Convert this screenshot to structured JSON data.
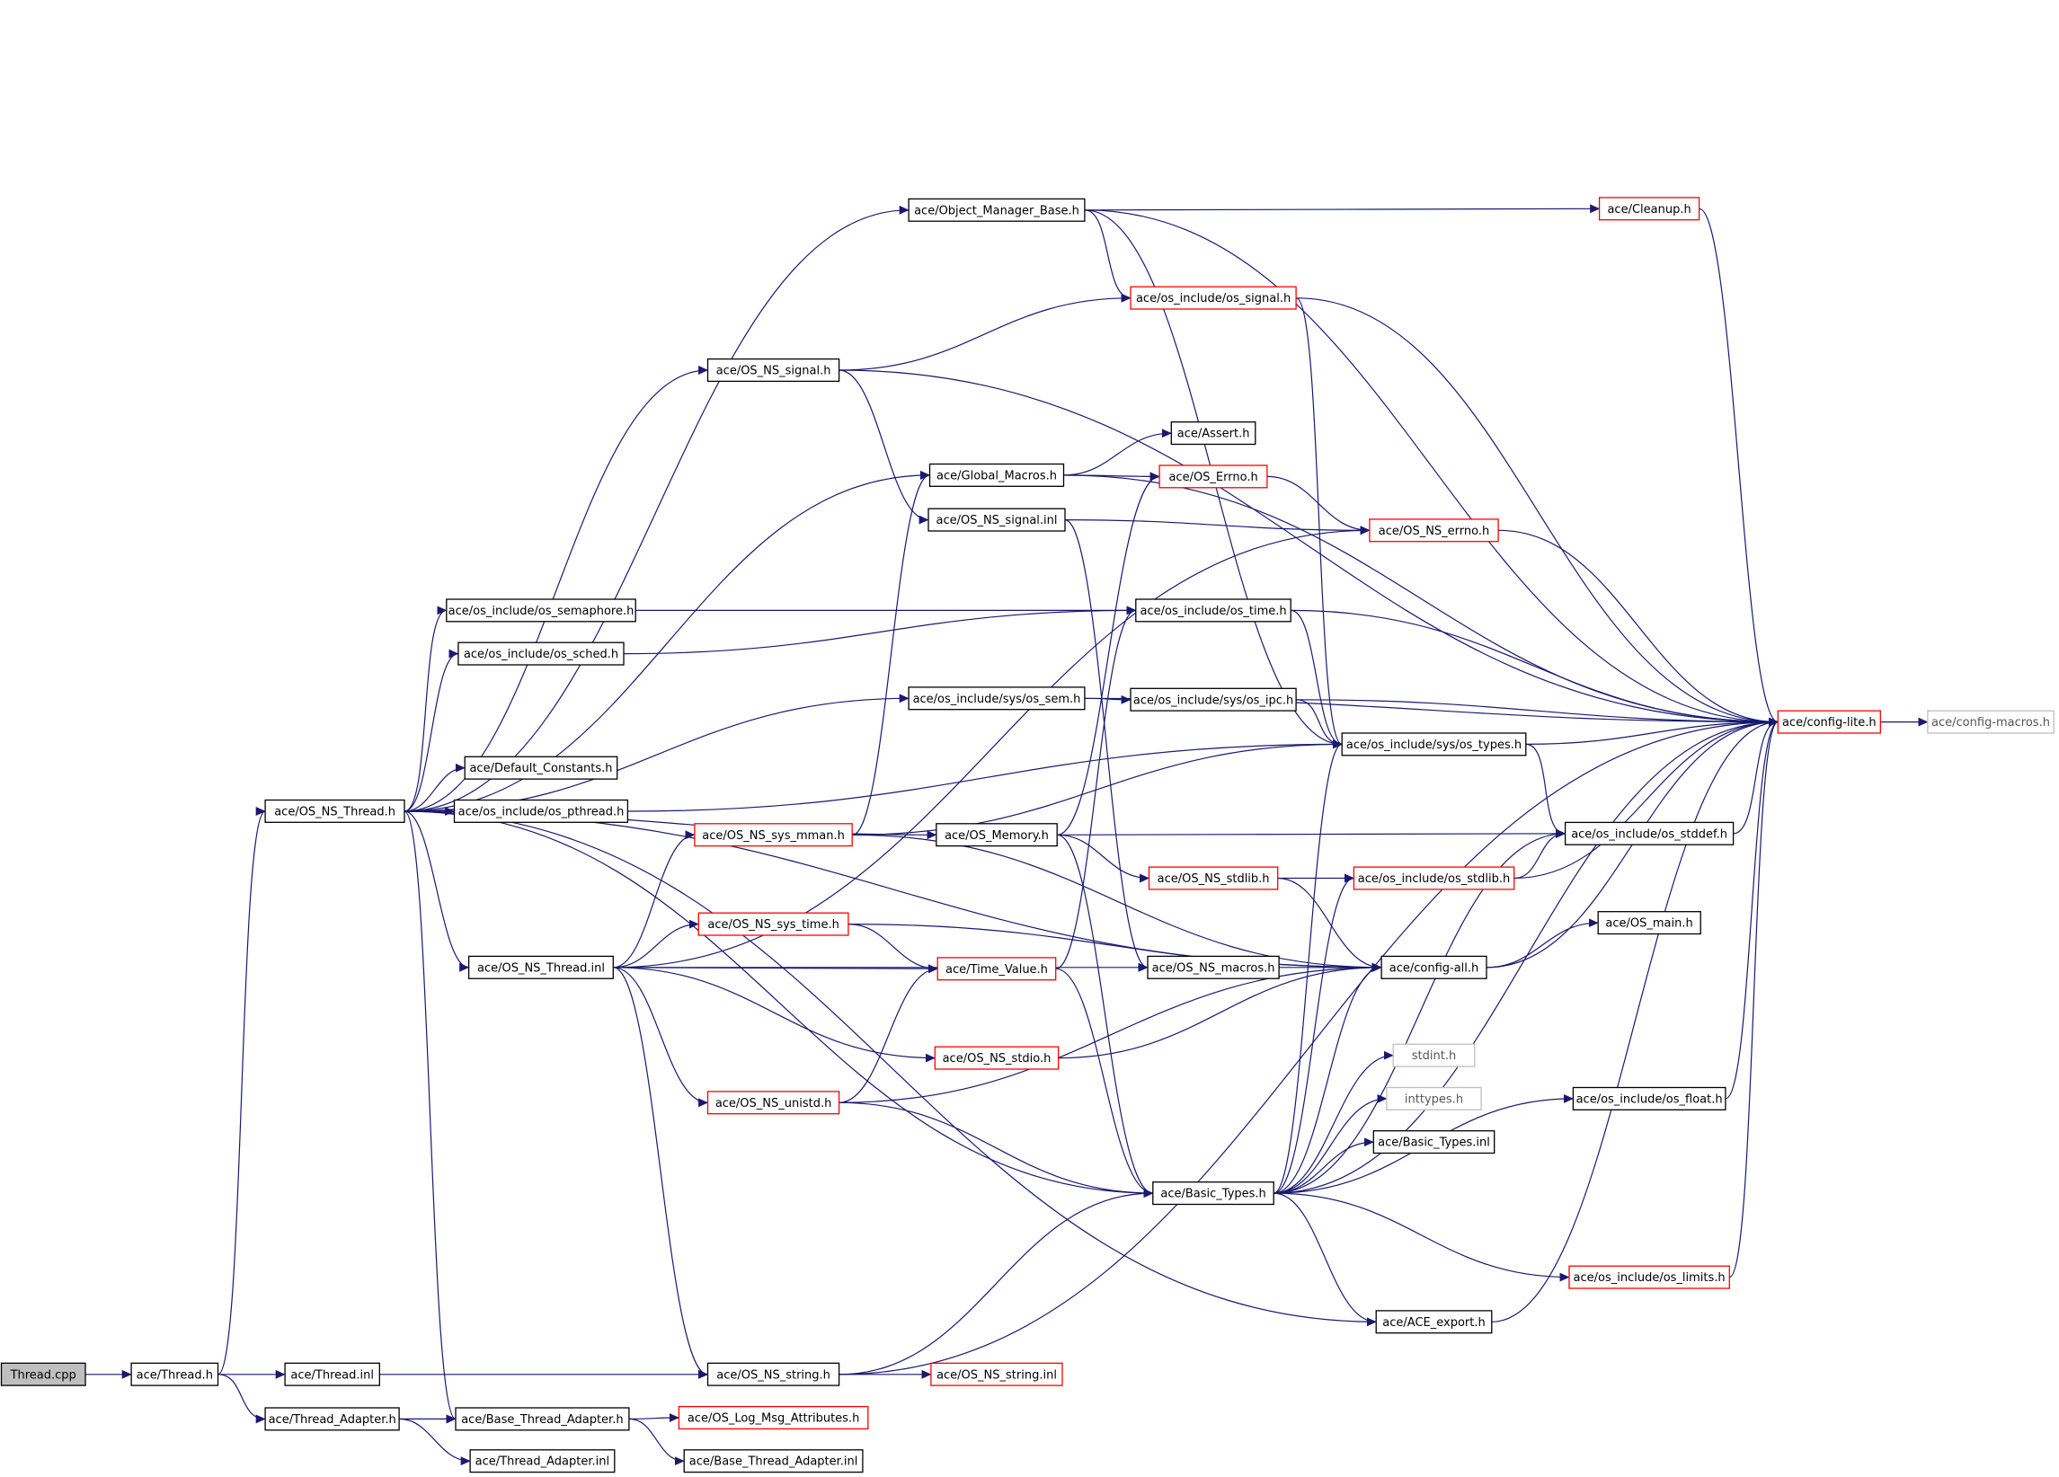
{
  "graph": {
    "edge_color": "#191970",
    "box_colors": {
      "normal": "#000000",
      "missing_doc": "#ff0000",
      "external": "#bfbfbf",
      "root_fill": "#bfbfbf"
    },
    "nodes": [
      {
        "id": "thread_cpp",
        "label": "Thread.cpp",
        "style": "root"
      },
      {
        "id": "thread_h",
        "label": "ace/Thread.h",
        "style": "normal"
      },
      {
        "id": "thread_inl",
        "label": "ace/Thread.inl",
        "style": "normal"
      },
      {
        "id": "thread_adapter_h",
        "label": "ace/Thread_Adapter.h",
        "style": "normal"
      },
      {
        "id": "thread_adapter_inl",
        "label": "ace/Thread_Adapter.inl",
        "style": "normal"
      },
      {
        "id": "os_ns_thread_h",
        "label": "ace/OS_NS_Thread.h",
        "style": "normal"
      },
      {
        "id": "os_ns_thread_inl",
        "label": "ace/OS_NS_Thread.inl",
        "style": "normal"
      },
      {
        "id": "object_manager_base_h",
        "label": "ace/Object_Manager_Base.h",
        "style": "normal"
      },
      {
        "id": "os_ns_signal_h",
        "label": "ace/OS_NS_signal.h",
        "style": "normal"
      },
      {
        "id": "os_ns_signal_inl",
        "label": "ace/OS_NS_signal.inl",
        "style": "normal"
      },
      {
        "id": "os_semaphore_h",
        "label": "ace/os_include/os_semaphore.h",
        "style": "normal"
      },
      {
        "id": "os_sched_h",
        "label": "ace/os_include/os_sched.h",
        "style": "normal"
      },
      {
        "id": "default_constants_h",
        "label": "ace/Default_Constants.h",
        "style": "normal"
      },
      {
        "id": "os_pthread_h",
        "label": "ace/os_include/os_pthread.h",
        "style": "normal"
      },
      {
        "id": "os_ns_sys_mman_h",
        "label": "ace/OS_NS_sys_mman.h",
        "style": "red"
      },
      {
        "id": "os_ns_sys_time_h",
        "label": "ace/OS_NS_sys_time.h",
        "style": "red"
      },
      {
        "id": "os_ns_unistd_h",
        "label": "ace/OS_NS_unistd.h",
        "style": "red"
      },
      {
        "id": "os_ns_string_h",
        "label": "ace/OS_NS_string.h",
        "style": "normal"
      },
      {
        "id": "os_ns_string_inl",
        "label": "ace/OS_NS_string.inl",
        "style": "red"
      },
      {
        "id": "base_thread_adapter_h",
        "label": "ace/Base_Thread_Adapter.h",
        "style": "normal"
      },
      {
        "id": "base_thread_adapter_inl",
        "label": "ace/Base_Thread_Adapter.inl",
        "style": "normal"
      },
      {
        "id": "os_log_msg_attributes_h",
        "label": "ace/OS_Log_Msg_Attributes.h",
        "style": "red"
      },
      {
        "id": "global_macros_h",
        "label": "ace/Global_Macros.h",
        "style": "normal"
      },
      {
        "id": "os_sys_sem_h",
        "label": "ace/os_include/sys/os_sem.h",
        "style": "normal"
      },
      {
        "id": "os_memory_h",
        "label": "ace/OS_Memory.h",
        "style": "normal"
      },
      {
        "id": "time_value_h",
        "label": "ace/Time_Value.h",
        "style": "red"
      },
      {
        "id": "os_ns_stdio_h",
        "label": "ace/OS_NS_stdio.h",
        "style": "red"
      },
      {
        "id": "basic_types_h",
        "label": "ace/Basic_Types.h",
        "style": "normal"
      },
      {
        "id": "cleanup_h",
        "label": "ace/Cleanup.h",
        "style": "red"
      },
      {
        "id": "os_signal_h",
        "label": "ace/os_include/os_signal.h",
        "style": "red"
      },
      {
        "id": "assert_h",
        "label": "ace/Assert.h",
        "style": "normal"
      },
      {
        "id": "os_errno_h",
        "label": "ace/OS_Errno.h",
        "style": "red"
      },
      {
        "id": "os_ns_errno_h",
        "label": "ace/OS_NS_errno.h",
        "style": "red"
      },
      {
        "id": "os_time_h",
        "label": "ace/os_include/os_time.h",
        "style": "normal"
      },
      {
        "id": "os_sys_ipc_h",
        "label": "ace/os_include/sys/os_ipc.h",
        "style": "normal"
      },
      {
        "id": "os_sys_types_h",
        "label": "ace/os_include/sys/os_types.h",
        "style": "normal"
      },
      {
        "id": "os_ns_stdlib_h",
        "label": "ace/OS_NS_stdlib.h",
        "style": "red"
      },
      {
        "id": "os_ns_macros_h",
        "label": "ace/OS_NS_macros.h",
        "style": "normal"
      },
      {
        "id": "config_all_h",
        "label": "ace/config-all.h",
        "style": "normal"
      },
      {
        "id": "os_stdlib_h",
        "label": "ace/os_include/os_stdlib.h",
        "style": "red"
      },
      {
        "id": "os_stddef_h",
        "label": "ace/os_include/os_stddef.h",
        "style": "normal"
      },
      {
        "id": "os_main_h",
        "label": "ace/OS_main.h",
        "style": "normal"
      },
      {
        "id": "stdint_h",
        "label": "stdint.h",
        "style": "grey"
      },
      {
        "id": "inttypes_h",
        "label": "inttypes.h",
        "style": "grey"
      },
      {
        "id": "basic_types_inl",
        "label": "ace/Basic_Types.inl",
        "style": "normal"
      },
      {
        "id": "os_float_h",
        "label": "ace/os_include/os_float.h",
        "style": "normal"
      },
      {
        "id": "os_limits_h",
        "label": "ace/os_include/os_limits.h",
        "style": "red"
      },
      {
        "id": "ace_export_h",
        "label": "ace/ACE_export.h",
        "style": "normal"
      },
      {
        "id": "config_lite_h",
        "label": "ace/config-lite.h",
        "style": "red"
      },
      {
        "id": "config_macros_h",
        "label": "ace/config-macros.h",
        "style": "grey"
      }
    ],
    "edges": [
      [
        "thread_cpp",
        "thread_h"
      ],
      [
        "thread_h",
        "thread_inl"
      ],
      [
        "thread_h",
        "thread_adapter_h"
      ],
      [
        "thread_h",
        "os_ns_thread_h"
      ],
      [
        "thread_inl",
        "os_ns_string_h"
      ],
      [
        "thread_adapter_h",
        "base_thread_adapter_h"
      ],
      [
        "thread_adapter_h",
        "thread_adapter_inl"
      ],
      [
        "base_thread_adapter_h",
        "os_log_msg_attributes_h"
      ],
      [
        "base_thread_adapter_h",
        "base_thread_adapter_inl"
      ],
      [
        "os_ns_thread_h",
        "object_manager_base_h"
      ],
      [
        "os_ns_thread_h",
        "os_ns_signal_h"
      ],
      [
        "os_ns_thread_h",
        "global_macros_h"
      ],
      [
        "os_ns_thread_h",
        "os_semaphore_h"
      ],
      [
        "os_ns_thread_h",
        "os_sched_h"
      ],
      [
        "os_ns_thread_h",
        "os_sys_sem_h"
      ],
      [
        "os_ns_thread_h",
        "default_constants_h"
      ],
      [
        "os_ns_thread_h",
        "os_pthread_h"
      ],
      [
        "os_ns_thread_h",
        "os_memory_h"
      ],
      [
        "os_ns_thread_h",
        "os_ns_thread_inl"
      ],
      [
        "os_ns_thread_h",
        "config_all_h"
      ],
      [
        "os_ns_thread_h",
        "basic_types_h"
      ],
      [
        "os_ns_thread_h",
        "ace_export_h"
      ],
      [
        "os_ns_thread_h",
        "base_thread_adapter_h"
      ],
      [
        "object_manager_base_h",
        "cleanup_h"
      ],
      [
        "object_manager_base_h",
        "os_signal_h"
      ],
      [
        "object_manager_base_h",
        "config_lite_h"
      ],
      [
        "object_manager_base_h",
        "os_sys_types_h"
      ],
      [
        "os_ns_signal_h",
        "os_signal_h"
      ],
      [
        "os_ns_signal_h",
        "config_lite_h"
      ],
      [
        "os_ns_signal_h",
        "os_ns_signal_inl"
      ],
      [
        "os_signal_h",
        "config_lite_h"
      ],
      [
        "os_signal_h",
        "os_sys_types_h"
      ],
      [
        "cleanup_h",
        "config_lite_h"
      ],
      [
        "global_macros_h",
        "assert_h"
      ],
      [
        "global_macros_h",
        "os_errno_h"
      ],
      [
        "global_macros_h",
        "config_lite_h"
      ],
      [
        "os_errno_h",
        "os_ns_errno_h"
      ],
      [
        "os_ns_signal_inl",
        "os_ns_errno_h"
      ],
      [
        "os_ns_signal_inl",
        "os_ns_macros_h"
      ],
      [
        "os_ns_errno_h",
        "config_lite_h"
      ],
      [
        "os_semaphore_h",
        "os_time_h"
      ],
      [
        "os_sched_h",
        "os_time_h"
      ],
      [
        "os_time_h",
        "config_lite_h"
      ],
      [
        "os_time_h",
        "os_sys_types_h"
      ],
      [
        "os_sys_sem_h",
        "os_sys_ipc_h"
      ],
      [
        "os_sys_sem_h",
        "config_lite_h"
      ],
      [
        "os_sys_ipc_h",
        "os_sys_types_h"
      ],
      [
        "os_sys_ipc_h",
        "config_lite_h"
      ],
      [
        "os_sys_types_h",
        "config_lite_h"
      ],
      [
        "os_sys_types_h",
        "os_stddef_h"
      ],
      [
        "os_pthread_h",
        "os_sys_types_h"
      ],
      [
        "os_ns_sys_mman_h",
        "global_macros_h"
      ],
      [
        "os_ns_sys_mman_h",
        "os_sys_types_h"
      ],
      [
        "os_ns_sys_mman_h",
        "config_all_h"
      ],
      [
        "os_memory_h",
        "os_errno_h"
      ],
      [
        "os_memory_h",
        "os_stddef_h"
      ],
      [
        "os_memory_h",
        "os_ns_stdlib_h"
      ],
      [
        "os_memory_h",
        "basic_types_h"
      ],
      [
        "os_ns_stdlib_h",
        "os_stdlib_h"
      ],
      [
        "os_ns_stdlib_h",
        "config_all_h"
      ],
      [
        "os_stdlib_h",
        "os_stddef_h"
      ],
      [
        "os_stdlib_h",
        "config_lite_h"
      ],
      [
        "os_stddef_h",
        "config_lite_h"
      ],
      [
        "os_ns_thread_inl",
        "os_ns_errno_h"
      ],
      [
        "os_ns_thread_inl",
        "os_ns_sys_mman_h"
      ],
      [
        "os_ns_thread_inl",
        "os_ns_sys_time_h"
      ],
      [
        "os_ns_thread_inl",
        "time_value_h"
      ],
      [
        "os_ns_thread_inl",
        "os_ns_macros_h"
      ],
      [
        "os_ns_thread_inl",
        "os_ns_stdio_h"
      ],
      [
        "os_ns_thread_inl",
        "os_ns_unistd_h"
      ],
      [
        "os_ns_thread_inl",
        "os_ns_string_h"
      ],
      [
        "os_ns_sys_time_h",
        "time_value_h"
      ],
      [
        "os_ns_sys_time_h",
        "config_all_h"
      ],
      [
        "time_value_h",
        "os_time_h"
      ],
      [
        "time_value_h",
        "basic_types_h"
      ],
      [
        "os_ns_macros_h",
        "config_all_h"
      ],
      [
        "os_ns_stdio_h",
        "config_all_h"
      ],
      [
        "os_ns_unistd_h",
        "time_value_h"
      ],
      [
        "os_ns_unistd_h",
        "config_all_h"
      ],
      [
        "os_ns_unistd_h",
        "basic_types_h"
      ],
      [
        "config_all_h",
        "os_main_h"
      ],
      [
        "config_all_h",
        "config_lite_h"
      ],
      [
        "basic_types_h",
        "os_sys_types_h"
      ],
      [
        "basic_types_h",
        "os_stdlib_h"
      ],
      [
        "basic_types_h",
        "os_stddef_h"
      ],
      [
        "basic_types_h",
        "config_all_h"
      ],
      [
        "basic_types_h",
        "stdint_h"
      ],
      [
        "basic_types_h",
        "inttypes_h"
      ],
      [
        "basic_types_h",
        "basic_types_inl"
      ],
      [
        "basic_types_h",
        "os_float_h"
      ],
      [
        "basic_types_h",
        "config_lite_h"
      ],
      [
        "basic_types_h",
        "os_limits_h"
      ],
      [
        "basic_types_h",
        "ace_export_h"
      ],
      [
        "os_float_h",
        "config_lite_h"
      ],
      [
        "os_limits_h",
        "config_lite_h"
      ],
      [
        "ace_export_h",
        "config_lite_h"
      ],
      [
        "os_ns_string_h",
        "os_ns_string_inl"
      ],
      [
        "os_ns_string_h",
        "basic_types_h"
      ],
      [
        "os_ns_string_h",
        "config_lite_h"
      ],
      [
        "config_lite_h",
        "config_macros_h"
      ]
    ]
  }
}
